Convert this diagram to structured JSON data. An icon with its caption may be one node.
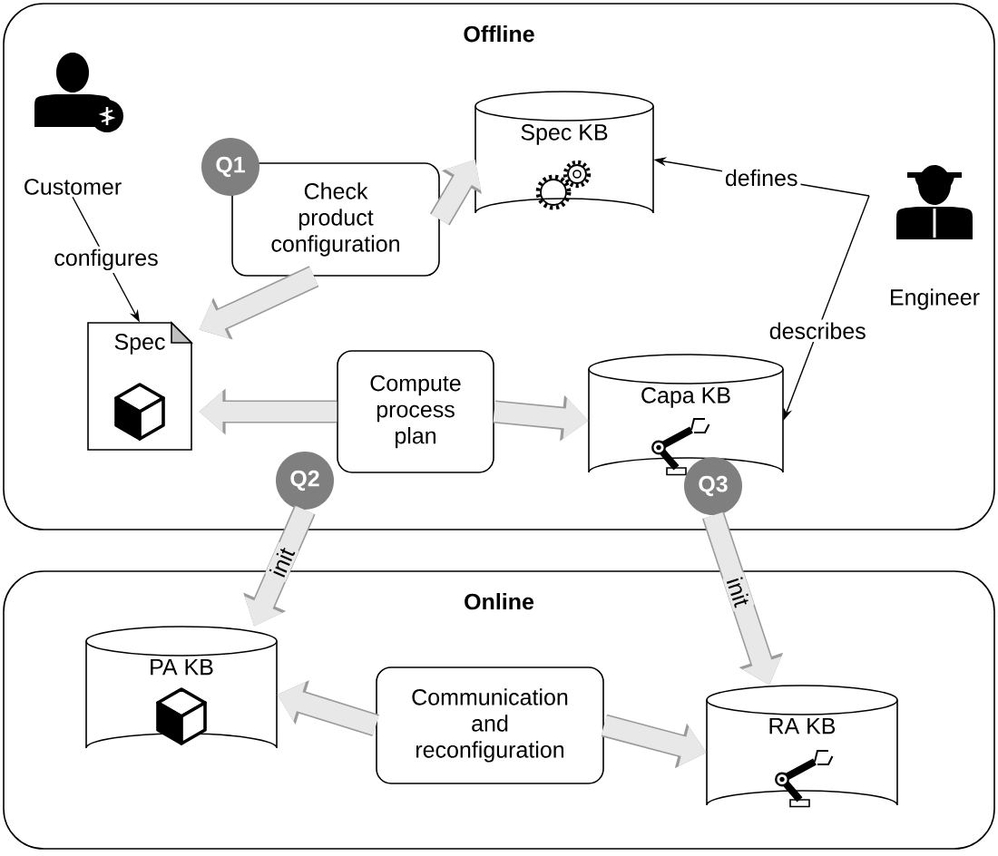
{
  "diagram": {
    "nodes": [
      {
        "text": [
          "Offline"
        ]
      },
      {
        "text": [
          "Customer"
        ],
        "in": 0
      },
      {
        "text": [
          "Check product configuration"
        ],
        "in": 0
      },
      {
        "text": [
          "Spec KB"
        ],
        "in": 0
      },
      {
        "text": [
          "Engineer"
        ],
        "in": 0
      },
      {
        "text": [
          "Spec"
        ],
        "in": 0
      },
      {
        "text": [
          "Compute process plan"
        ],
        "in": 0
      },
      {
        "text": [
          "Capa KB"
        ],
        "in": 0
      },
      {
        "text": [
          "Q1"
        ],
        "in": 0
      },
      {
        "text": [
          "Q2"
        ],
        "in": 0
      },
      {
        "text": [
          "Q3"
        ],
        "in": 0
      },
      {
        "text": [
          "Online"
        ]
      },
      {
        "text": [
          "PA KB"
        ],
        "in": 11
      },
      {
        "text": [
          "Communication and reconfiguration"
        ],
        "in": 11
      },
      {
        "text": [
          "RA KB"
        ],
        "in": 11
      }
    ],
    "edges": [
      {
        "from": 1,
        "to": 5,
        "arrow": "to",
        "label": "configures",
        "color": "#000000"
      },
      {
        "from": 4,
        "to": 3,
        "arrow": "to",
        "label": "defines",
        "color": "#000000"
      },
      {
        "from": 4,
        "to": 7,
        "arrow": "to",
        "label": "describes",
        "color": "#000000"
      },
      {
        "from": 2,
        "to": 3,
        "arrow": "to"
      },
      {
        "from": 2,
        "to": 5,
        "arrow": "to"
      },
      {
        "from": 6,
        "to": 5,
        "arrow": "to"
      },
      {
        "from": 6,
        "to": 7,
        "arrow": "to"
      },
      {
        "from": 9,
        "to": 12,
        "arrow": "to",
        "label": "init"
      },
      {
        "from": 10,
        "to": 14,
        "arrow": "to",
        "label": "init"
      },
      {
        "from": 13,
        "to": 12,
        "arrow": "to"
      },
      {
        "from": 13,
        "to": 14,
        "arrow": "to"
      }
    ]
  }
}
